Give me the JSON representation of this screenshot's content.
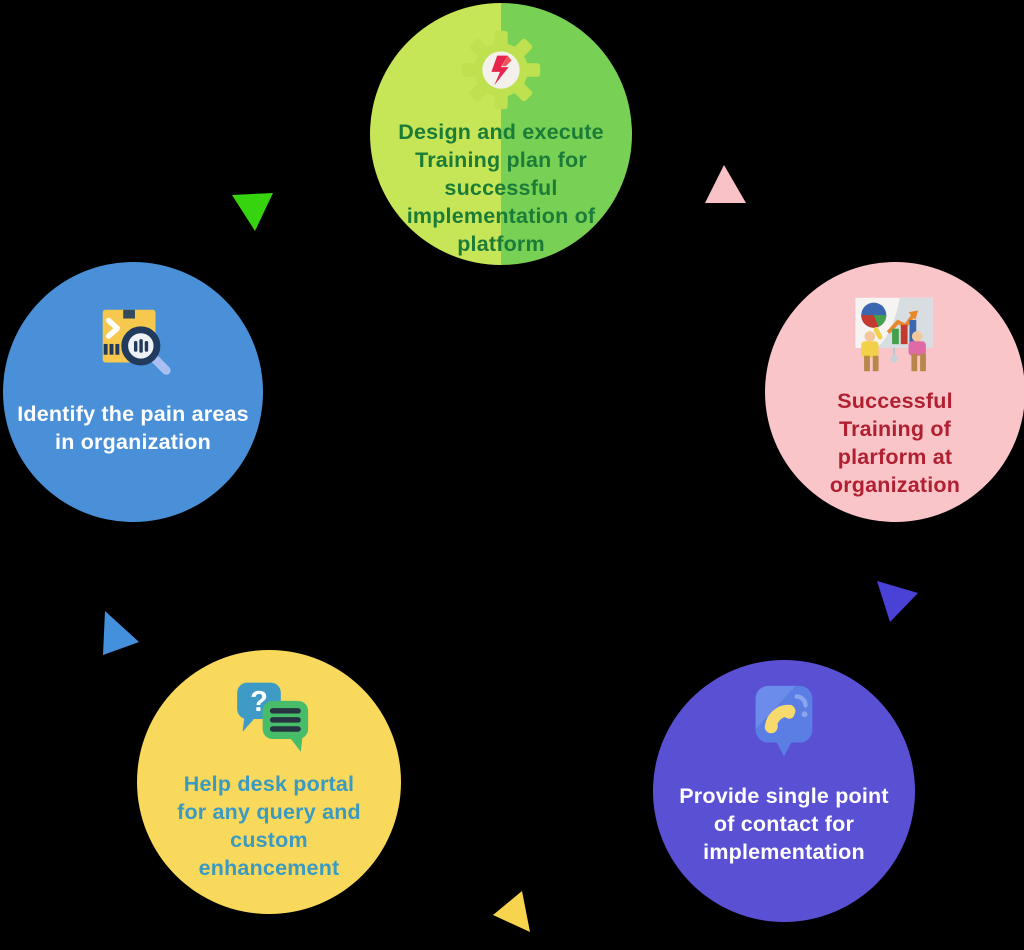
{
  "diagram": {
    "background_color": "#000000",
    "nodes": [
      {
        "id": "design-training-plan",
        "text": "Design and execute\nTraining plan for\nsuccessful\nimplementation of\nplatform",
        "icon": "gear-lightning-icon",
        "fill_left": "#c6e557",
        "fill_right": "#78d155",
        "text_color": "#1b7c37"
      },
      {
        "id": "successful-training",
        "text": "Successful\nTraining of\nplarform at\norganization",
        "icon": "presentation-chart-icon",
        "fill": "#f9c5c9",
        "text_color": "#b02030"
      },
      {
        "id": "single-point-of-contact",
        "text": "Provide single point\nof contact for\nimplementation",
        "icon": "phone-bubble-icon",
        "fill": "#5a50d3",
        "text_color": "#ffffff"
      },
      {
        "id": "help-desk-portal",
        "text": "Help desk portal\nfor any query and\ncustom\nenhancement",
        "icon": "question-chat-icon",
        "fill": "#f8d95c",
        "text_color": "#3b9ac1"
      },
      {
        "id": "identify-pain-areas",
        "text": "Identify the pain areas\nin organization",
        "icon": "package-search-icon",
        "fill": "#4a90d8",
        "text_color": "#ffffff"
      }
    ],
    "arrows": [
      {
        "id": "arrow-green",
        "color": "#35d40e",
        "orientation": "pointing-down"
      },
      {
        "id": "arrow-pink",
        "color": "#f9c2c7",
        "orientation": "pointing-up"
      },
      {
        "id": "arrow-purple",
        "color": "#4a41d6",
        "orientation": "pointing-down-right"
      },
      {
        "id": "arrow-yellow",
        "color": "#f6d44e",
        "orientation": "pointing-left"
      },
      {
        "id": "arrow-blue",
        "color": "#4590dc",
        "orientation": "pointing-right"
      }
    ],
    "icons": {
      "question_mark": "?"
    }
  }
}
